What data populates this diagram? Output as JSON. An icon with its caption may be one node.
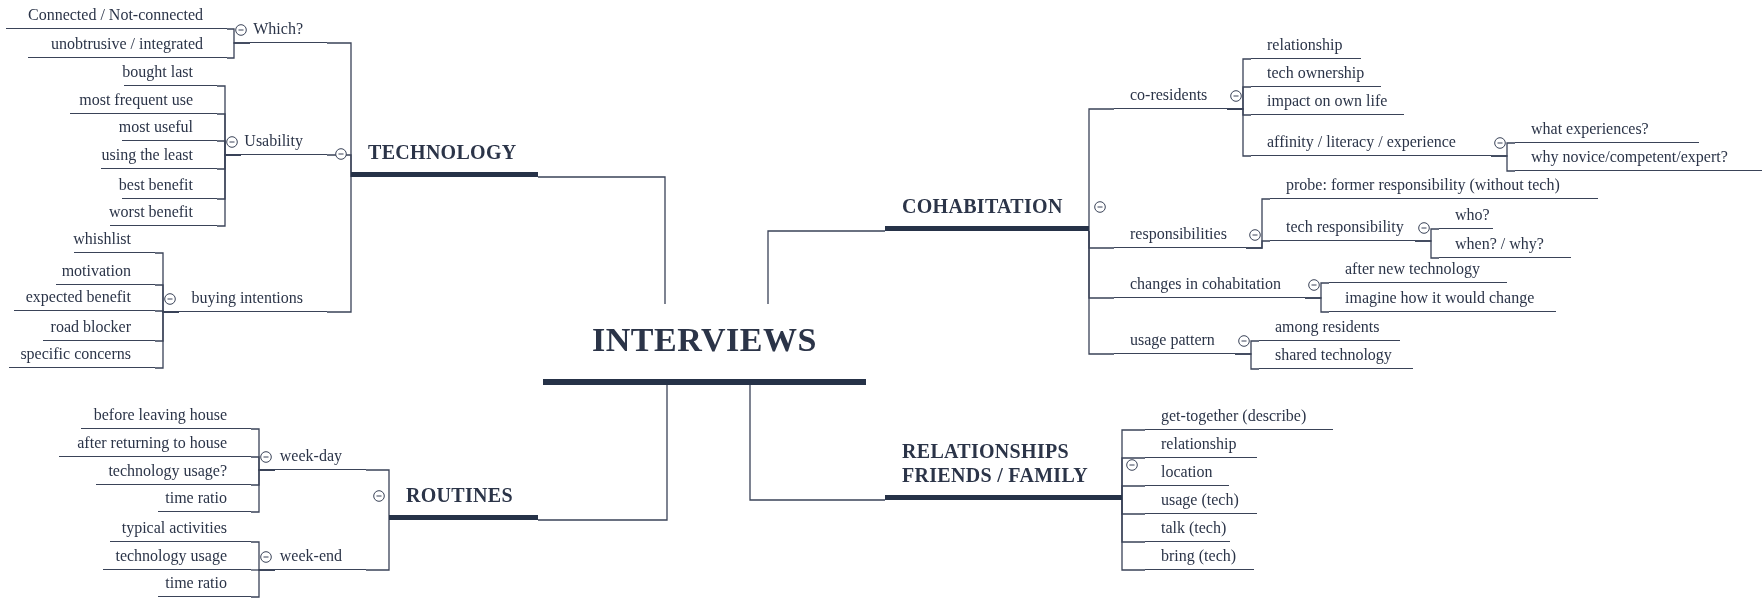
{
  "diagram": {
    "nodes": [
      {
        "text": [
          "INTERVIEWS"
        ]
      },
      {
        "text": [
          "TECHNOLOGY"
        ]
      },
      {
        "text": [
          "Which?"
        ]
      },
      {
        "text": [
          "Connected / Not-connected"
        ]
      },
      {
        "text": [
          "unobtrusive / integrated"
        ]
      },
      {
        "text": [
          "Usability"
        ]
      },
      {
        "text": [
          "bought last"
        ]
      },
      {
        "text": [
          "most frequent use"
        ]
      },
      {
        "text": [
          "most useful"
        ]
      },
      {
        "text": [
          "using the least"
        ]
      },
      {
        "text": [
          "best benefit"
        ]
      },
      {
        "text": [
          "worst benefit"
        ]
      },
      {
        "text": [
          "buying intentions"
        ]
      },
      {
        "text": [
          "whishlist"
        ]
      },
      {
        "text": [
          "motivation"
        ]
      },
      {
        "text": [
          "expected benefit"
        ]
      },
      {
        "text": [
          "road blocker"
        ]
      },
      {
        "text": [
          "specific concerns"
        ]
      },
      {
        "text": [
          "ROUTINES"
        ]
      },
      {
        "text": [
          "week-day"
        ]
      },
      {
        "text": [
          "before leaving house"
        ]
      },
      {
        "text": [
          "after returning to house"
        ]
      },
      {
        "text": [
          "technology usage?"
        ]
      },
      {
        "text": [
          "time ratio"
        ]
      },
      {
        "text": [
          "week-end"
        ]
      },
      {
        "text": [
          "typical activities"
        ]
      },
      {
        "text": [
          "technology usage"
        ]
      },
      {
        "text": [
          "time ratio"
        ]
      },
      {
        "text": [
          "COHABITATION"
        ]
      },
      {
        "text": [
          "co-residents"
        ]
      },
      {
        "text": [
          "relationship"
        ]
      },
      {
        "text": [
          "tech ownership"
        ]
      },
      {
        "text": [
          "impact on own life"
        ]
      },
      {
        "text": [
          "affinity / literacy / experience"
        ]
      },
      {
        "text": [
          "what experiences?"
        ]
      },
      {
        "text": [
          "why novice/competent/expert?"
        ]
      },
      {
        "text": [
          "responsibilities"
        ]
      },
      {
        "text": [
          "probe: former responsibility (without tech)"
        ]
      },
      {
        "text": [
          "tech responsibility"
        ]
      },
      {
        "text": [
          "who?"
        ]
      },
      {
        "text": [
          "when? / why?"
        ]
      },
      {
        "text": [
          "changes in cohabitation"
        ]
      },
      {
        "text": [
          "after new technology"
        ]
      },
      {
        "text": [
          "imagine how it would change"
        ]
      },
      {
        "text": [
          "usage pattern"
        ]
      },
      {
        "text": [
          "among residents"
        ]
      },
      {
        "text": [
          "shared technology"
        ]
      },
      {
        "text": [
          "RELATIONSHIPS FRIENDS / FAMILY"
        ]
      },
      {
        "text": [
          "get-together (describe)"
        ]
      },
      {
        "text": [
          "relationship"
        ]
      },
      {
        "text": [
          "location"
        ]
      },
      {
        "text": [
          "usage (tech)"
        ]
      },
      {
        "text": [
          "talk (tech)"
        ]
      },
      {
        "text": [
          "bring (tech)"
        ]
      }
    ],
    "edges": [
      {
        "from": 0,
        "to": 1,
        "arrow": "none"
      },
      {
        "from": 1,
        "to": 2,
        "arrow": "none"
      },
      {
        "from": 2,
        "to": 3,
        "arrow": "none"
      },
      {
        "from": 2,
        "to": 4,
        "arrow": "none"
      },
      {
        "from": 1,
        "to": 5,
        "arrow": "none"
      },
      {
        "from": 5,
        "to": 6,
        "arrow": "none"
      },
      {
        "from": 5,
        "to": 7,
        "arrow": "none"
      },
      {
        "from": 5,
        "to": 8,
        "arrow": "none"
      },
      {
        "from": 5,
        "to": 9,
        "arrow": "none"
      },
      {
        "from": 5,
        "to": 10,
        "arrow": "none"
      },
      {
        "from": 5,
        "to": 11,
        "arrow": "none"
      },
      {
        "from": 1,
        "to": 12,
        "arrow": "none"
      },
      {
        "from": 12,
        "to": 13,
        "arrow": "none"
      },
      {
        "from": 12,
        "to": 14,
        "arrow": "none"
      },
      {
        "from": 12,
        "to": 15,
        "arrow": "none"
      },
      {
        "from": 12,
        "to": 16,
        "arrow": "none"
      },
      {
        "from": 12,
        "to": 17,
        "arrow": "none"
      },
      {
        "from": 0,
        "to": 18,
        "arrow": "none"
      },
      {
        "from": 18,
        "to": 19,
        "arrow": "none"
      },
      {
        "from": 19,
        "to": 20,
        "arrow": "none"
      },
      {
        "from": 19,
        "to": 21,
        "arrow": "none"
      },
      {
        "from": 19,
        "to": 22,
        "arrow": "none"
      },
      {
        "from": 19,
        "to": 23,
        "arrow": "none"
      },
      {
        "from": 18,
        "to": 24,
        "arrow": "none"
      },
      {
        "from": 24,
        "to": 25,
        "arrow": "none"
      },
      {
        "from": 24,
        "to": 26,
        "arrow": "none"
      },
      {
        "from": 24,
        "to": 27,
        "arrow": "none"
      },
      {
        "from": 0,
        "to": 28,
        "arrow": "none"
      },
      {
        "from": 28,
        "to": 29,
        "arrow": "none"
      },
      {
        "from": 29,
        "to": 30,
        "arrow": "none"
      },
      {
        "from": 29,
        "to": 31,
        "arrow": "none"
      },
      {
        "from": 29,
        "to": 32,
        "arrow": "none"
      },
      {
        "from": 29,
        "to": 33,
        "arrow": "none"
      },
      {
        "from": 33,
        "to": 34,
        "arrow": "none"
      },
      {
        "from": 33,
        "to": 35,
        "arrow": "none"
      },
      {
        "from": 28,
        "to": 36,
        "arrow": "none"
      },
      {
        "from": 36,
        "to": 37,
        "arrow": "none"
      },
      {
        "from": 36,
        "to": 38,
        "arrow": "none"
      },
      {
        "from": 38,
        "to": 39,
        "arrow": "none"
      },
      {
        "from": 38,
        "to": 40,
        "arrow": "none"
      },
      {
        "from": 28,
        "to": 41,
        "arrow": "none"
      },
      {
        "from": 41,
        "to": 42,
        "arrow": "none"
      },
      {
        "from": 41,
        "to": 43,
        "arrow": "none"
      },
      {
        "from": 28,
        "to": 44,
        "arrow": "none"
      },
      {
        "from": 44,
        "to": 45,
        "arrow": "none"
      },
      {
        "from": 44,
        "to": 46,
        "arrow": "none"
      },
      {
        "from": 0,
        "to": 47,
        "arrow": "none"
      },
      {
        "from": 47,
        "to": 48,
        "arrow": "none"
      },
      {
        "from": 47,
        "to": 49,
        "arrow": "none"
      },
      {
        "from": 47,
        "to": 50,
        "arrow": "none"
      },
      {
        "from": 47,
        "to": 51,
        "arrow": "none"
      },
      {
        "from": 47,
        "to": 52,
        "arrow": "none"
      },
      {
        "from": 47,
        "to": 53,
        "arrow": "none"
      }
    ]
  }
}
